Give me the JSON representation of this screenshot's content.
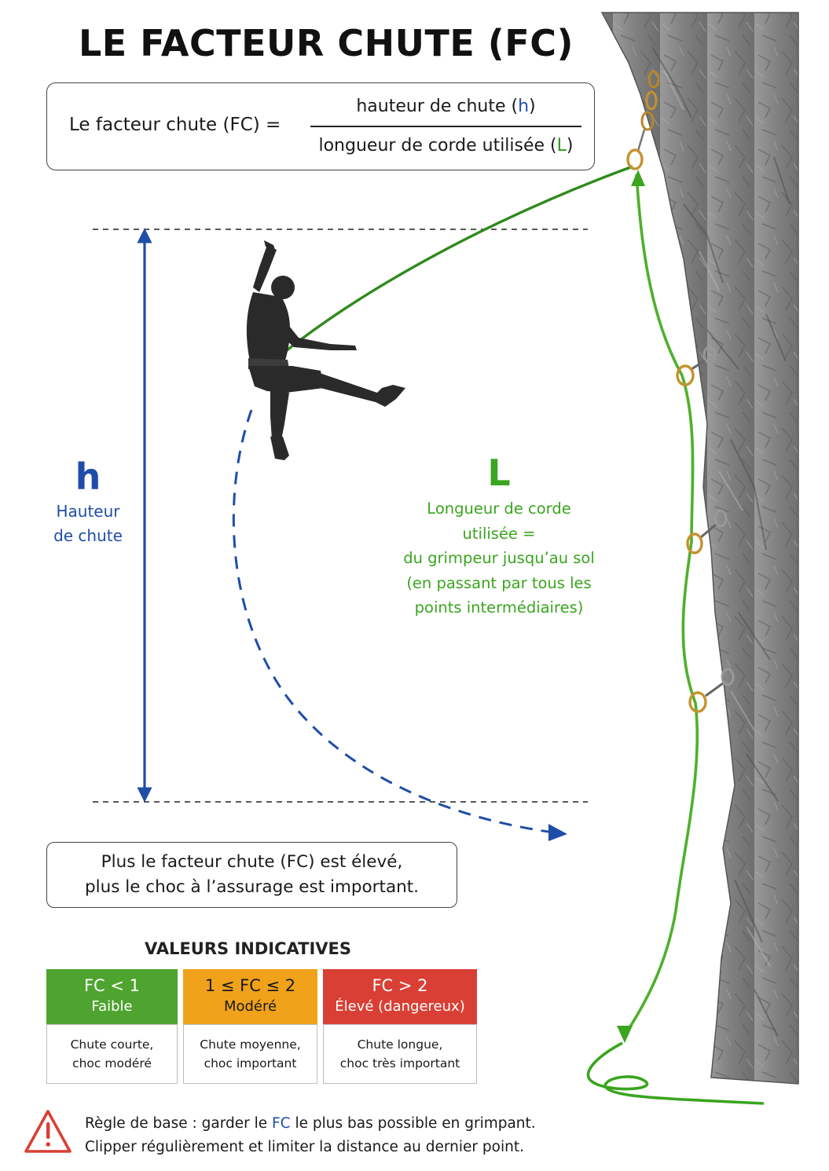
{
  "title": "LE FACTEUR CHUTE (FC)",
  "formula": {
    "lhs": "Le facteur chute (FC) =",
    "numerator_text": "hauteur de chute (",
    "numerator_var": "h",
    "numerator_close": ")",
    "denominator_text": "longueur de corde utilisée (",
    "denominator_var": "L",
    "denominator_close": ")"
  },
  "height_label": {
    "symbol": "h",
    "line1": "Hauteur",
    "line2": "de chute"
  },
  "rope_label": {
    "symbol": "L",
    "lines": [
      "Longueur de corde",
      "utilisée =",
      "du grimpeur jusqu’au sol",
      "(en passant par tous les",
      "points intermédiaires)"
    ]
  },
  "message": {
    "line1": "Plus le facteur chute (FC) est élevé,",
    "line2": "plus le choc à l’assurage est important."
  },
  "values": {
    "title": "VALEURS INDICATIVES",
    "items": [
      {
        "range": "FC < 1",
        "level": "Faible",
        "desc1": "Chute courte,",
        "desc2": "choc modéré",
        "color": "#4ea42e"
      },
      {
        "range": "1 ≤ FC ≤ 2",
        "level": "Modéré",
        "desc1": "Chute moyenne,",
        "desc2": "choc important",
        "color": "#f0a21a"
      },
      {
        "range": "FC > 2",
        "level": "Élevé (dangereux)",
        "desc1": "Chute longue,",
        "desc2": "choc très important",
        "color": "#d93f34"
      }
    ]
  },
  "rule": {
    "line1_a": "Règle de base : garder le ",
    "line1_fc": "FC",
    "line1_b": " le plus bas possible en grimpant.",
    "line2": "Clipper régulièrement et limiter la distance au dernier point."
  },
  "colors": {
    "blue": "#1f4ea8",
    "rope_green": "#3aa51f",
    "rock": "#8a8a8a",
    "warning_red": "#d93f34"
  },
  "icons": [
    "warning-icon",
    "carabiner-icon",
    "climber-silhouette"
  ]
}
